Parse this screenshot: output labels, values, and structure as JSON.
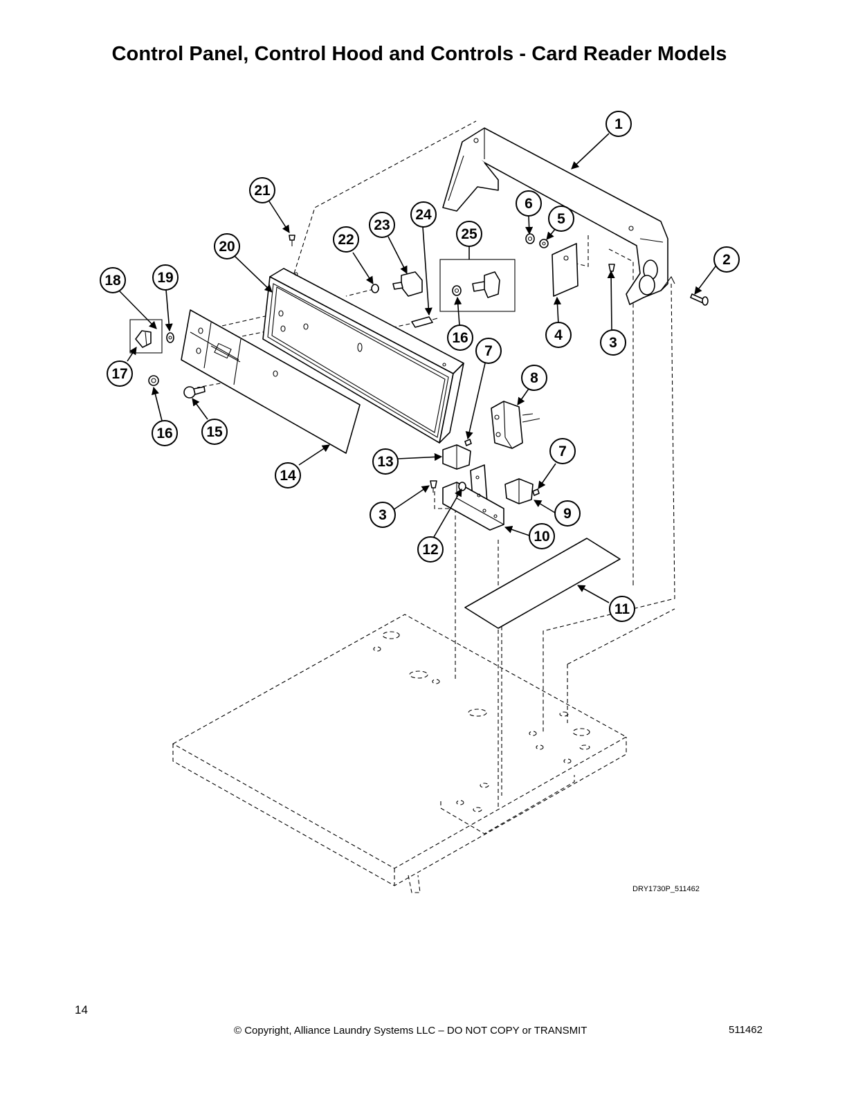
{
  "title": "Control Panel, Control Hood and Controls - Card Reader Models",
  "diagram_code": "DRY1730P_511462",
  "footer": {
    "page_number": "14",
    "copyright": "© Copyright, Alliance Laundry Systems LLC – DO NOT COPY or TRANSMIT",
    "document_number": "511462"
  },
  "callouts": [
    "1",
    "2",
    "3",
    "3",
    "4",
    "5",
    "6",
    "7",
    "7",
    "8",
    "9",
    "10",
    "11",
    "12",
    "13",
    "14",
    "15",
    "16",
    "16",
    "17",
    "18",
    "19",
    "20",
    "21",
    "22",
    "23",
    "24",
    "25"
  ]
}
